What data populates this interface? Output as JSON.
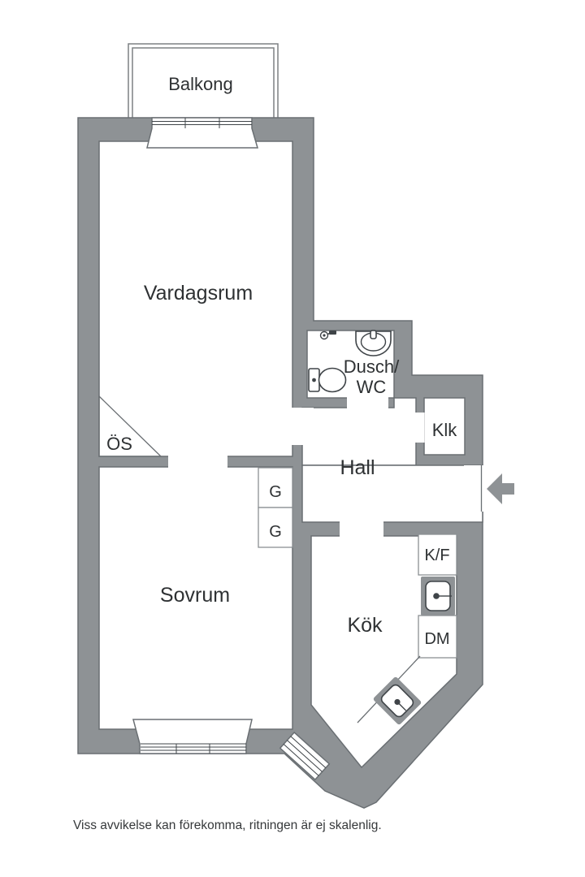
{
  "plan": {
    "colors": {
      "background": "#ffffff",
      "wall_fill": "#8e9295",
      "wall_outline": "#6a6f73",
      "fixture_line": "#3f4448",
      "text": "#2e3133"
    },
    "labels": {
      "balcony": "Balkong",
      "living_room": "Vardagsrum",
      "bathroom_line1": "Dusch/",
      "bathroom_line2": "WC",
      "fireplace": "ÖS",
      "closet": "Klk",
      "hall": "Hall",
      "wardrobe_top": "G",
      "wardrobe_bottom": "G",
      "bedroom": "Sovrum",
      "kitchen": "Kök",
      "fridge_freezer": "K/F",
      "dishwasher": "DM"
    },
    "footer": "Viss avvikelse kan förekomma, ritningen är ej skalenlig."
  }
}
